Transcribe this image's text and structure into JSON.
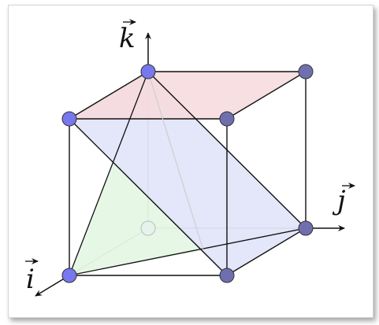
{
  "diagram": {
    "labels": {
      "k": "k",
      "j": "j",
      "i": "i"
    },
    "colors": {
      "top_face": "#f7d9dc",
      "diagonal_plane": "#d8dcf6",
      "tetra_face": "#ddf5dc",
      "vertex_bright": "#7777ee",
      "vertex_dark": "#6f6fb0",
      "edge": "#111111"
    }
  }
}
